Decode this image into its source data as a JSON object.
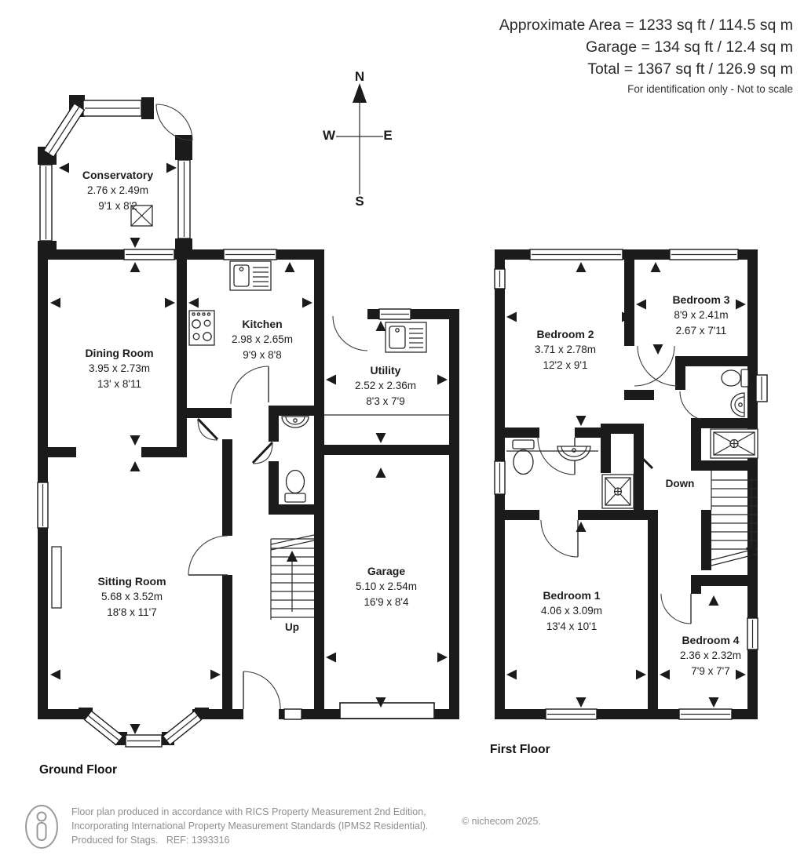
{
  "header": {
    "line1": "Approximate Area = 1233 sq ft / 114.5 sq m",
    "line2": "Garage = 134 sq ft / 12.4 sq m",
    "line3": "Total = 1367 sq ft / 126.9 sq m",
    "note": "For identification only - Not to scale"
  },
  "compass": {
    "n": "N",
    "e": "E",
    "s": "S",
    "w": "W"
  },
  "floors": {
    "ground": {
      "label": "Ground Floor",
      "stairs_label": "Up",
      "rooms": [
        {
          "name": "Conservatory",
          "dim1": "2.76 x 2.49m",
          "dim2": "9'1 x 8'2"
        },
        {
          "name": "Dining Room",
          "dim1": "3.95 x 2.73m",
          "dim2": "13' x 8'11"
        },
        {
          "name": "Kitchen",
          "dim1": "2.98 x 2.65m",
          "dim2": "9'9 x 8'8"
        },
        {
          "name": "Utility",
          "dim1": "2.52 x 2.36m",
          "dim2": "8'3 x 7'9"
        },
        {
          "name": "Sitting Room",
          "dim1": "5.68 x 3.52m",
          "dim2": "18'8 x 11'7"
        },
        {
          "name": "Garage",
          "dim1": "5.10 x 2.54m",
          "dim2": "16'9 x 8'4"
        }
      ]
    },
    "first": {
      "label": "First Floor",
      "stairs_label": "Down",
      "rooms": [
        {
          "name": "Bedroom 2",
          "dim1": "3.71 x 2.78m",
          "dim2": "12'2 x 9'1"
        },
        {
          "name": "Bedroom 3",
          "dim1": "8'9 x 2.41m",
          "dim2": "2.67 x 7'11"
        },
        {
          "name": "Bedroom 1",
          "dim1": "4.06 x 3.09m",
          "dim2": "13'4 x 10'1"
        },
        {
          "name": "Bedroom 4",
          "dim1": "2.36 x 2.32m",
          "dim2": "7'9 x 7'7"
        }
      ]
    }
  },
  "footer": {
    "line1": "Floor plan produced in accordance with RICS Property Measurement 2nd Edition,",
    "line2": "Incorporating International Property Measurement Standards (IPMS2 Residential).",
    "line3": "Produced for Stags.   REF: 1393316",
    "copyright": "© nichecom 2025."
  },
  "colors": {
    "wall": "#1b1b1b",
    "text": "#222222",
    "footer_text": "#8f8f8f"
  }
}
